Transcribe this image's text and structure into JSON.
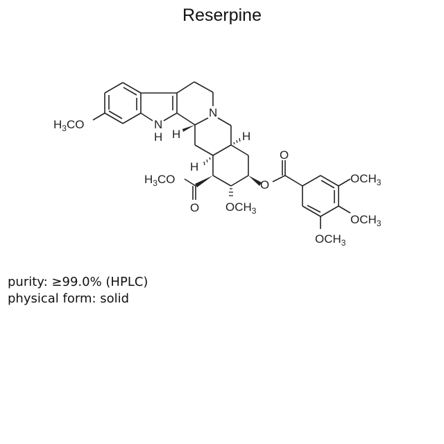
{
  "title": "Reserpine",
  "structure": {
    "name": "reserpine-structure",
    "labels": {
      "methoxy_indole": "H3CO",
      "nh_n": "N",
      "nh_h": "H",
      "amine_n": "N",
      "h_12b": "H",
      "h_top_right": "H",
      "h_ring_junction": "H",
      "ester_meo": "H3CO",
      "ester_o": "O",
      "ring_methoxy": "OCH3",
      "ester_link_o": "O",
      "benzoyl_o": "O",
      "ome_3": "OCH3",
      "ome_4": "OCH3",
      "ome_5": "OCH3"
    }
  },
  "properties": [
    {
      "label": "purity",
      "value": "≥99.0% (HPLC)",
      "text": "purity: ≥99.0% (HPLC)"
    },
    {
      "label": "physical form",
      "value": "solid",
      "text": "physical form: solid"
    }
  ]
}
